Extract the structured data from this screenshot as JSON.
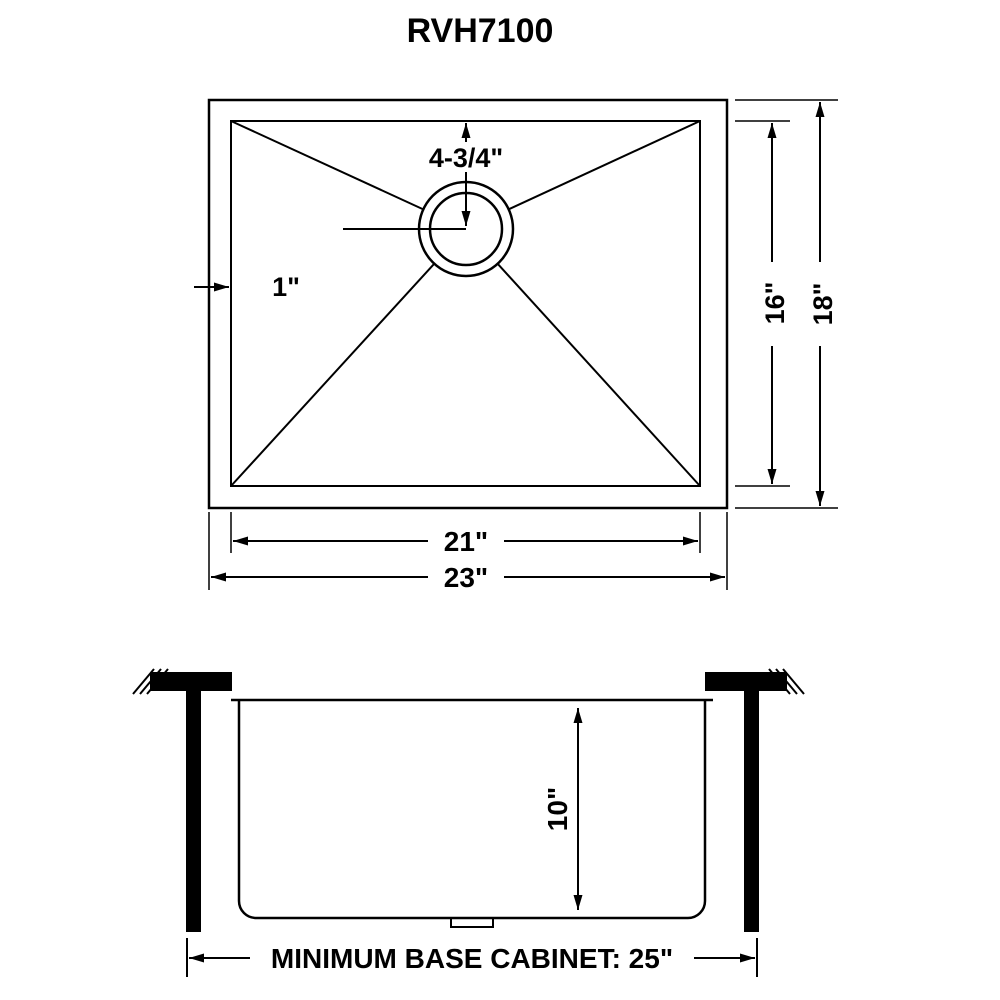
{
  "title": "RVH7100",
  "top_view": {
    "drain_offset": "4-3/4\"",
    "rim_width": "1\"",
    "inner_height": "16\"",
    "outer_height": "18\"",
    "inner_width": "21\"",
    "outer_width": "23\""
  },
  "side_view": {
    "depth": "10\"",
    "base_cabinet": "MINIMUM BASE CABINET: 25\""
  }
}
